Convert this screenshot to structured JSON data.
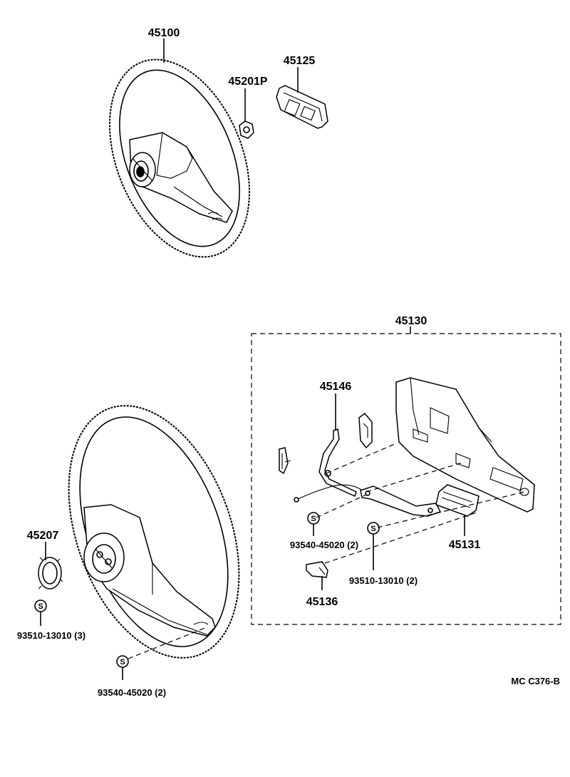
{
  "parts": {
    "p45100": "45100",
    "p45201p": "45201P",
    "p45125": "45125",
    "p45130": "45130",
    "p45146": "45146",
    "p45131": "45131",
    "p45136": "45136",
    "p45207": "45207",
    "s93540_a": "93540-45020 (2)",
    "s93510_a": "93510-13010 (2)",
    "s93510_b": "93510-13010 (3)",
    "s93540_b": "93540-45020 (2)"
  },
  "symbols": {
    "screw_letter": "S"
  },
  "footer": {
    "code": "MC  C376-B"
  }
}
